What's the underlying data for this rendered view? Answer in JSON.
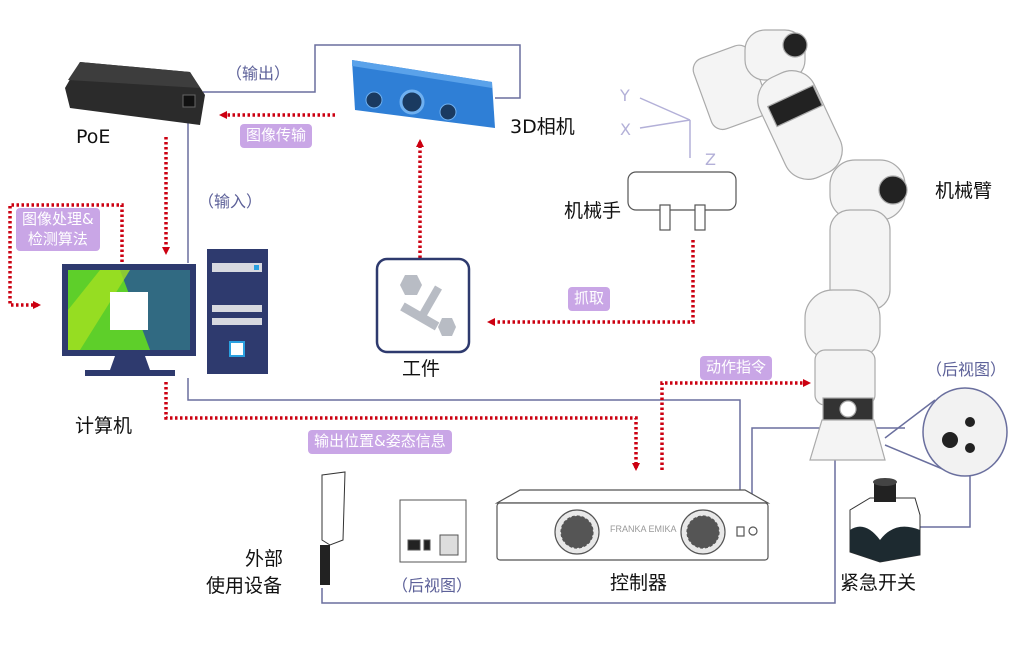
{
  "colors": {
    "signal": "#cc0011",
    "wire": "#6a6f9e",
    "tag_bg": "#c9a6e6",
    "camera": "#2f7fd6",
    "computer": "#2e3a6e"
  },
  "labels": {
    "poe": "PoE",
    "camera": "3D相机",
    "computer": "计算机",
    "workpiece": "工件",
    "gripper": "机械手",
    "arm": "机械臂",
    "controller": "控制器",
    "estop": "紧急开关",
    "external_line1": "外部",
    "external_line2": "使用设备"
  },
  "port_notes": {
    "output": "（输出）",
    "input": "（输入）",
    "rear_view_controller": "（后视图）",
    "rear_view_arm": "（后视图）"
  },
  "tags": {
    "image_transfer": "图像传输",
    "processing_line1": "图像处理&",
    "processing_line2": "检测算法",
    "grab": "抓取",
    "motion_cmd": "动作指令",
    "pose_output": "输出位置&姿态信息"
  },
  "axes": {
    "x": "X",
    "y": "Y",
    "z": "Z"
  },
  "controller_brand": "FRANKA EMIKA"
}
